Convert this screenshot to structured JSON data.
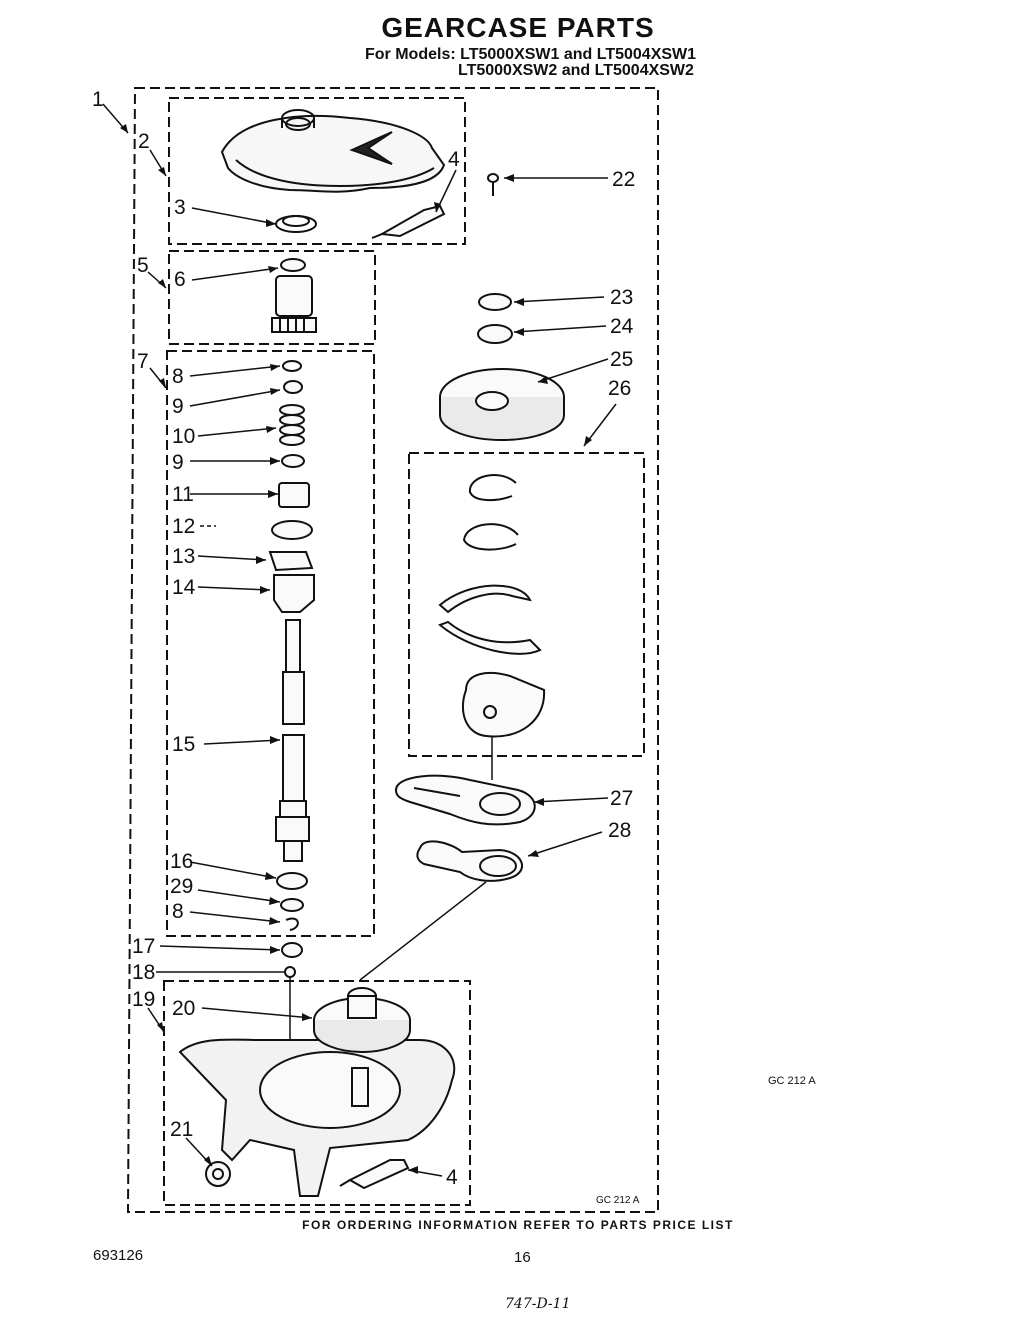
{
  "title": "GEARCASE PARTS",
  "models_line1": "For Models: LT5000XSW1 and LT5004XSW1",
  "models_line2": "LT5000XSW2 and LT5004XSW2",
  "footer_note": "FOR ORDERING INFORMATION REFER TO PARTS PRICE LIST",
  "document_number": "693126",
  "page_number": "16",
  "handwritten_note": "747-D-11",
  "diagram_code_outside": "GC 212 A",
  "diagram_code_inside": "GC 212 A",
  "callouts": [
    "1",
    "2",
    "3",
    "4",
    "5",
    "6",
    "7",
    "8",
    "9",
    "10",
    "9",
    "11",
    "12",
    "13",
    "14",
    "15",
    "16",
    "29",
    "8",
    "17",
    "18",
    "19",
    "20",
    "21",
    "4",
    "22",
    "23",
    "24",
    "25",
    "26",
    "27",
    "28"
  ]
}
